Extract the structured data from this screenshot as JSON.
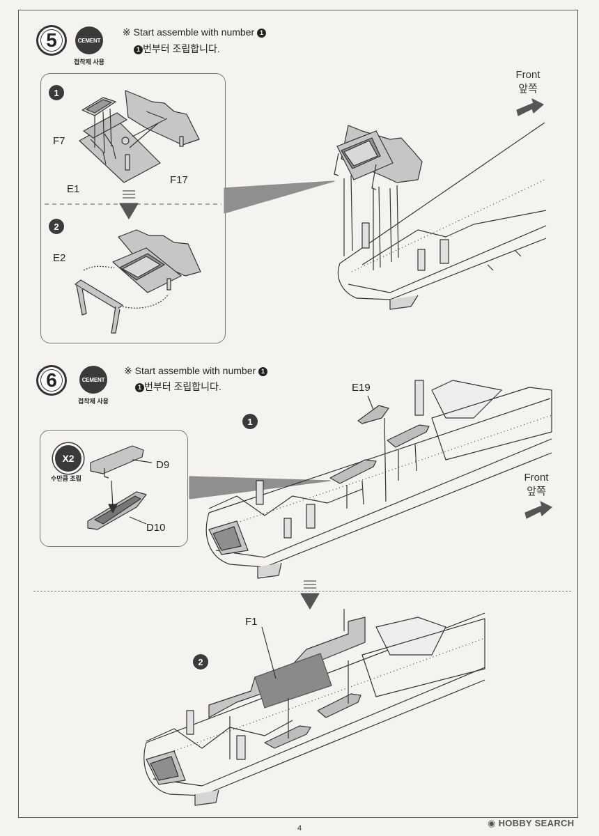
{
  "step5": {
    "number": "5",
    "cement_label": "CEMENT",
    "cement_caption": "접착제 사용",
    "note_en": "※ Start assemble with number",
    "note_en_num": "1",
    "note_ko_num": "1",
    "note_ko": "번부터 조립합니다.",
    "sub1": "1",
    "sub2": "2",
    "parts": {
      "f7": "F7",
      "e1": "E1",
      "f17": "F17",
      "e2": "E2"
    },
    "front": "Front",
    "front_ko": "앞쪽"
  },
  "step6": {
    "number": "6",
    "cement_label": "CEMENT",
    "cement_caption": "접착제 사용",
    "note_en": "※ Start assemble with number",
    "note_en_num": "1",
    "note_ko_num": "1",
    "note_ko": "번부터 조립합니다.",
    "sub1": "1",
    "sub2": "2",
    "x2_label": "X2",
    "x2_caption": "수만큼 조립",
    "parts": {
      "e19": "E19",
      "d9": "D9",
      "d10": "D10",
      "f1": "F1"
    },
    "front": "Front",
    "front_ko": "앞쪽"
  },
  "footer": {
    "page_number": "4",
    "watermark": "HOBBY SEARCH"
  },
  "colors": {
    "part_gray": "#bdbdbd",
    "ink": "#222222",
    "paper": "#f4f3f0"
  }
}
